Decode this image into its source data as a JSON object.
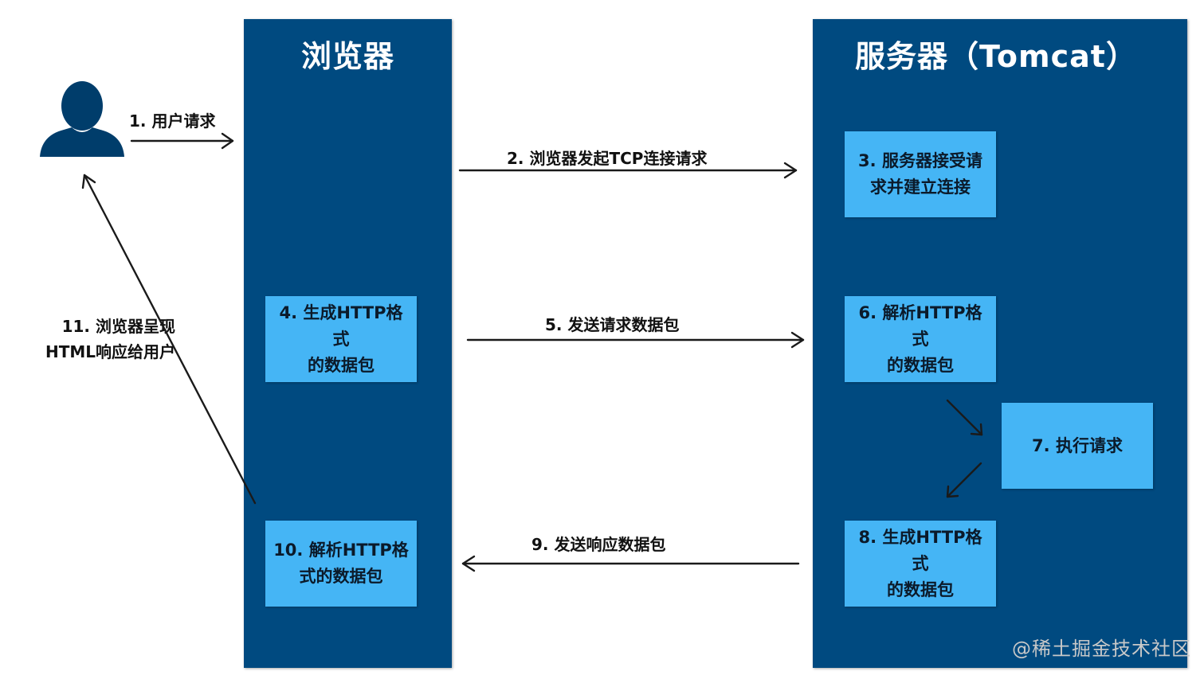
{
  "lanes": {
    "browser_title": "浏览器",
    "server_title": "服务器（Tomcat）"
  },
  "boxes": {
    "step3_line1": "3. 服务器接受请",
    "step3_line2": "求并建立连接",
    "step4_line1": "4. 生成HTTP格式",
    "step4_line2": "的数据包",
    "step6_line1": "6. 解析HTTP格式",
    "step6_line2": "的数据包",
    "step7": "7. 执行请求",
    "step8_line1": "8. 生成HTTP格式",
    "step8_line2": "的数据包",
    "step10_line1": "10. 解析HTTP格",
    "step10_line2": "式的数据包"
  },
  "arrows": {
    "step1": "1. 用户请求",
    "step2": "2. 浏览器发起TCP连接请求",
    "step5": "5. 发送请求数据包",
    "step9": "9. 发送响应数据包",
    "step11_line1": "11. 浏览器呈现",
    "step11_line2": "HTML响应给用户"
  },
  "watermark": "@稀土掘金技术社区",
  "icons": {
    "user": "user-silhouette-icon"
  },
  "colors": {
    "lane": "#004a80",
    "box": "#45b5f5",
    "arrow": "#1a1a1a"
  }
}
